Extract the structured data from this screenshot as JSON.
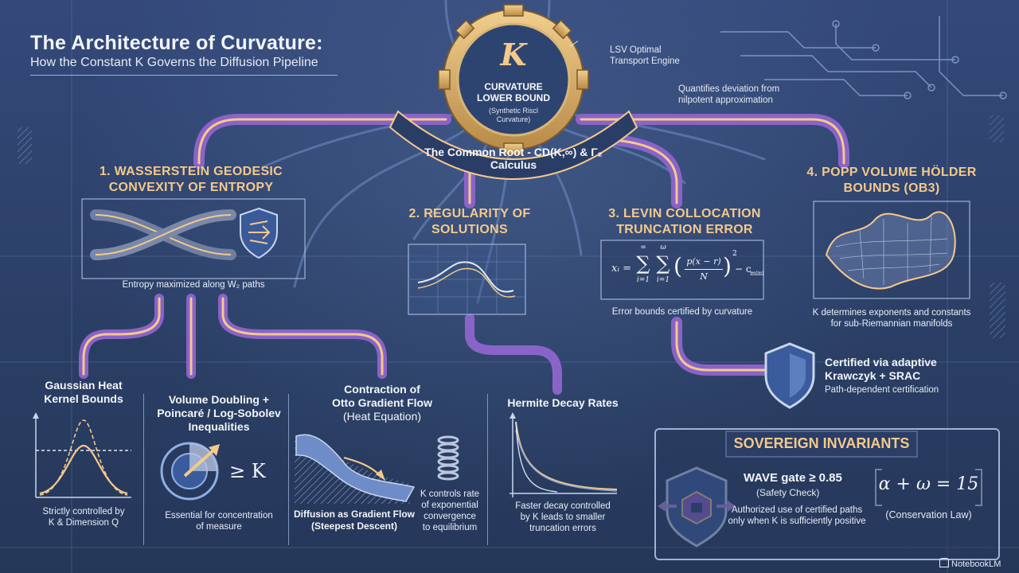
{
  "title": {
    "main": "The Architecture of Curvature:",
    "subtitle": "How the Constant K Governs the Diffusion Pipeline"
  },
  "gear": {
    "symbol": "K",
    "label_line1": "CURVATURE",
    "label_line2": "LOWER BOUND",
    "sub_line1": "(Synthetic Riscl",
    "sub_line2": "Curvature)"
  },
  "root_banner": "The Common Root - CD(K,∞) & Γ₂ Calculus",
  "annotations": {
    "lsv_line1": "LSV Optimal",
    "lsv_line2": "Transport Engine",
    "nil_line1": "Quantifies deviation from",
    "nil_line2": "nilpotent approximation"
  },
  "sections": {
    "s1": {
      "title_line1": "1. Wasserstein Geodesic",
      "title_line2": "Convexity of Entropy",
      "caption": "Entropy maximized along W₂ paths"
    },
    "s2": {
      "title_line1": "2. Regularity of",
      "title_line2": "Solutions"
    },
    "s3": {
      "title_line1": "3. Levin Collocation",
      "title_line2": "Truncation Error",
      "caption": "Error bounds certified by curvature"
    },
    "s4": {
      "title_line1": "4. Popp Volume Hölder",
      "title_line2": "Bounds (OB3)",
      "caption_line1": "K determines exponents and constants",
      "caption_line2": "for sub-Riemannian manifolds"
    }
  },
  "formula": {
    "lhs": "xᵢ =",
    "sum1_top": "∞",
    "sum1_bot": "i=1",
    "sum2_top": "ω",
    "sum2_bot": "i=1",
    "numerator": "p(x − r)",
    "denominator": "N",
    "power": "2",
    "tail": "− c",
    "tail_sub": "mini"
  },
  "certified": {
    "line1": "Certified via adaptive",
    "line2": "Krawczyk + SRAC",
    "sub": "Path-dependent certification"
  },
  "subs": {
    "gaussian": {
      "title_line1": "Gaussian Heat",
      "title_line2": "Kernel Bounds",
      "cap_line1": "Strictly controlled by",
      "cap_line2": "K & Dimension Q"
    },
    "volume": {
      "title_line1": "Volume Doubling +",
      "title_line2": "Poincaré / Log-Sobolev",
      "title_line3": "Inequalities",
      "symbol": "≥ K",
      "cap_line1": "Essential for concentration",
      "cap_line2": "of measure"
    },
    "otto": {
      "title_line1": "Contraction of",
      "title_line2": "Otto Gradient Flow",
      "title_line3": "(Heat Equation)",
      "cap_line1": "Diffusion as Gradient Flow",
      "cap_line2": "(Steepest Descent)",
      "side_line1": "K controls rate",
      "side_line2": "of exponential",
      "side_line3": "convergence",
      "side_line4": "to equilibrium"
    },
    "hermite": {
      "title": "Hermite Decay Rates",
      "cap_line1": "Faster decay controlled",
      "cap_line2": "by K leads to smaller",
      "cap_line3": "truncation errors"
    }
  },
  "invariants": {
    "heading": "SOVEREIGN INVARIANTS",
    "wave_label": "WAVE gate ≥ 0.85",
    "wave_sub": "(Safety Check)",
    "auth_line1": "Authorized use of certified paths",
    "auth_line2": "only when K is sufficiently positive",
    "law": "α + ω = 15",
    "law_sub": "(Conservation Law)"
  },
  "watermark": "NotebookLM",
  "colors": {
    "background": "#2b3f66",
    "gold": "#f4c98a",
    "purple": "#8a63c9",
    "line": "#9fb3d6"
  }
}
